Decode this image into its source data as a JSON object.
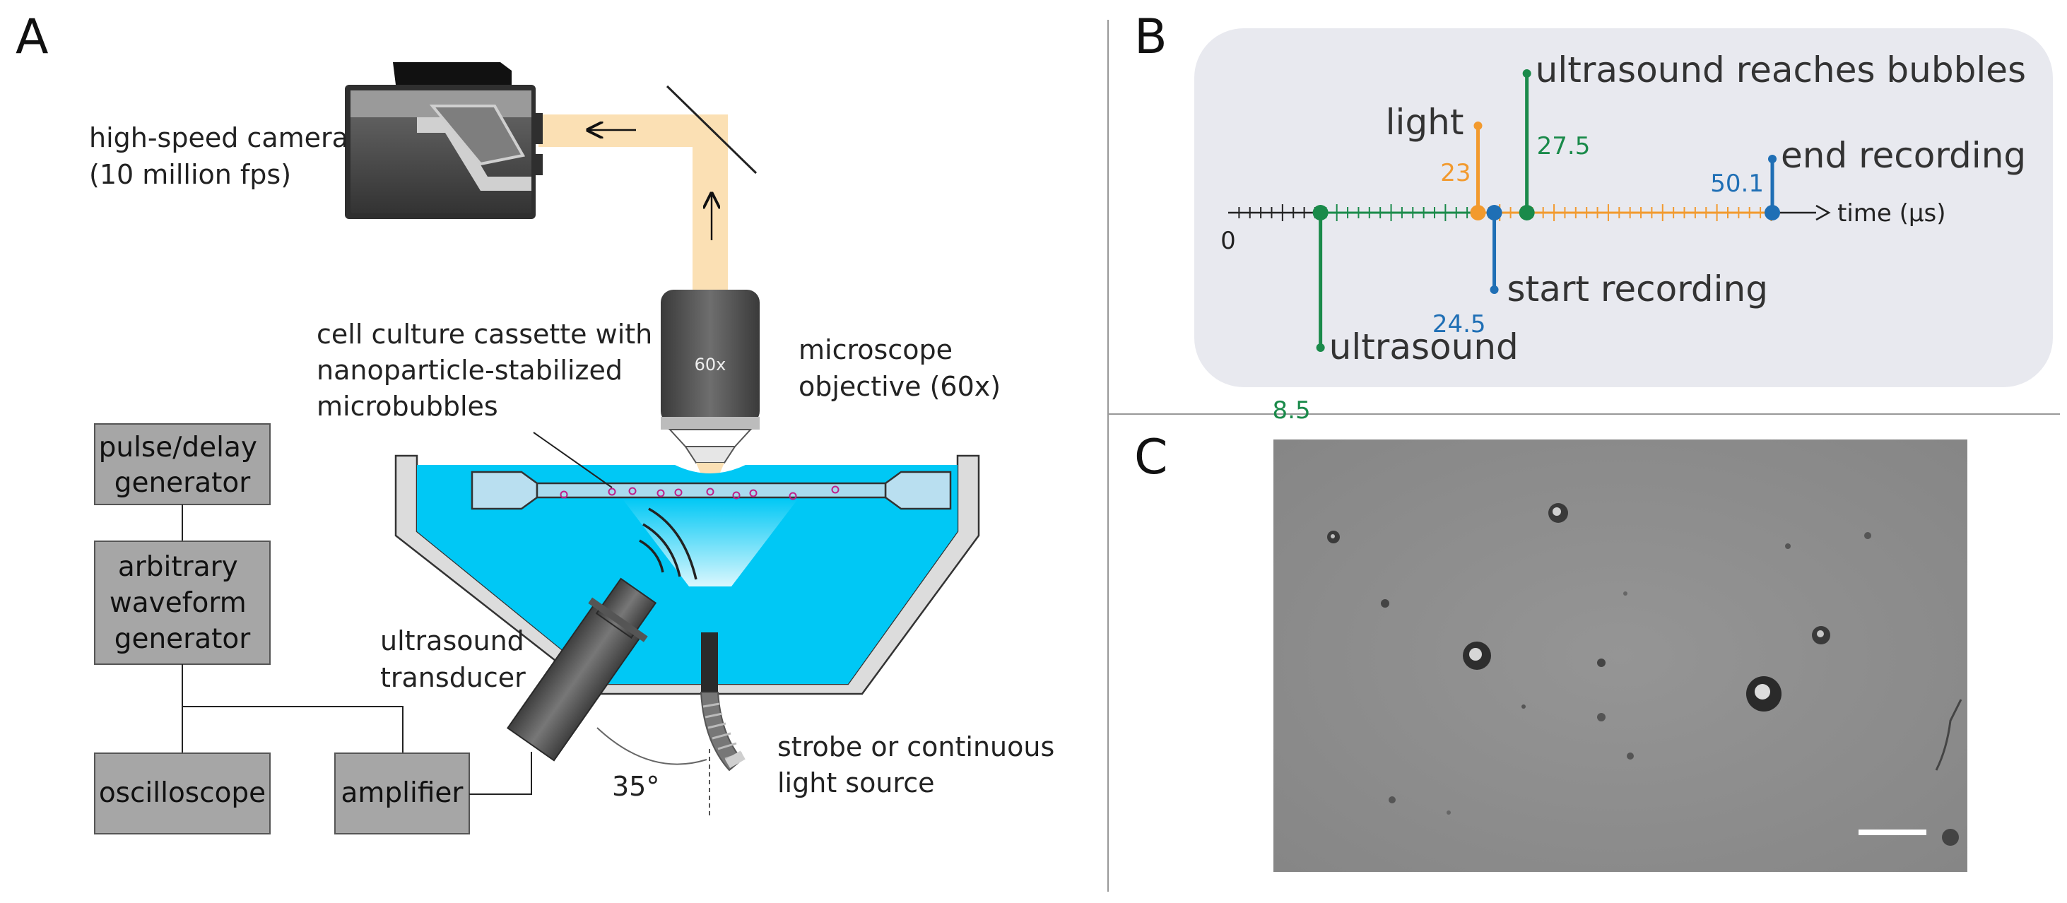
{
  "panels": {
    "a": "A",
    "b": "B",
    "c": "C"
  },
  "panel_a": {
    "camera_label": [
      "high-speed camera",
      "(10 million fps)"
    ],
    "objective_text": "60x",
    "objective_label": [
      "microscope",
      "objective (60x)"
    ],
    "cassette_label": [
      "cell culture cassette with",
      "nanoparticle-stabilized",
      "microbubbles"
    ],
    "transducer_label": [
      "ultrasound",
      "transducer"
    ],
    "light_label": [
      "strobe or continuous",
      "light source"
    ],
    "angle_label": "35°",
    "boxes": {
      "pulse": [
        "pulse/delay",
        "generator"
      ],
      "awg": [
        "arbitrary",
        "waveform",
        "generator"
      ],
      "osc": [
        "oscilloscope"
      ],
      "amp": [
        "amplifier"
      ]
    },
    "colors": {
      "water": "#00c8f5",
      "beam": "#fbe0b4",
      "box": "#a6a6a6",
      "camera": "#404040"
    }
  },
  "panel_b": {
    "axis_label": "time (µs)",
    "origin_label": "0",
    "events": [
      {
        "time": 8.5,
        "label": "ultrasound",
        "time_label": "8.5",
        "color": "#1a8a4a"
      },
      {
        "time": 23,
        "label": "light",
        "time_label": "23",
        "color": "#f29a2e"
      },
      {
        "time": 24.5,
        "label": "start recording",
        "time_label": "24.5",
        "color": "#1f6fb5"
      },
      {
        "time": 27.5,
        "label": "ultrasound reaches bubbles",
        "time_label": "27.5",
        "color": "#1a8a4a"
      },
      {
        "time": 50.1,
        "label": "end recording",
        "time_label": "50.1",
        "color": "#1f6fb5"
      }
    ],
    "colors": {
      "background": "#e8e9ef",
      "ultrasound": "#1a8a4a",
      "light": "#f29a2e",
      "recording": "#1f6fb5"
    }
  },
  "panel_c": {
    "image_description_icon": "microbubble-micrograph",
    "colors": {
      "background": "#8e8e8e",
      "scale_bar": "#ffffff"
    }
  }
}
